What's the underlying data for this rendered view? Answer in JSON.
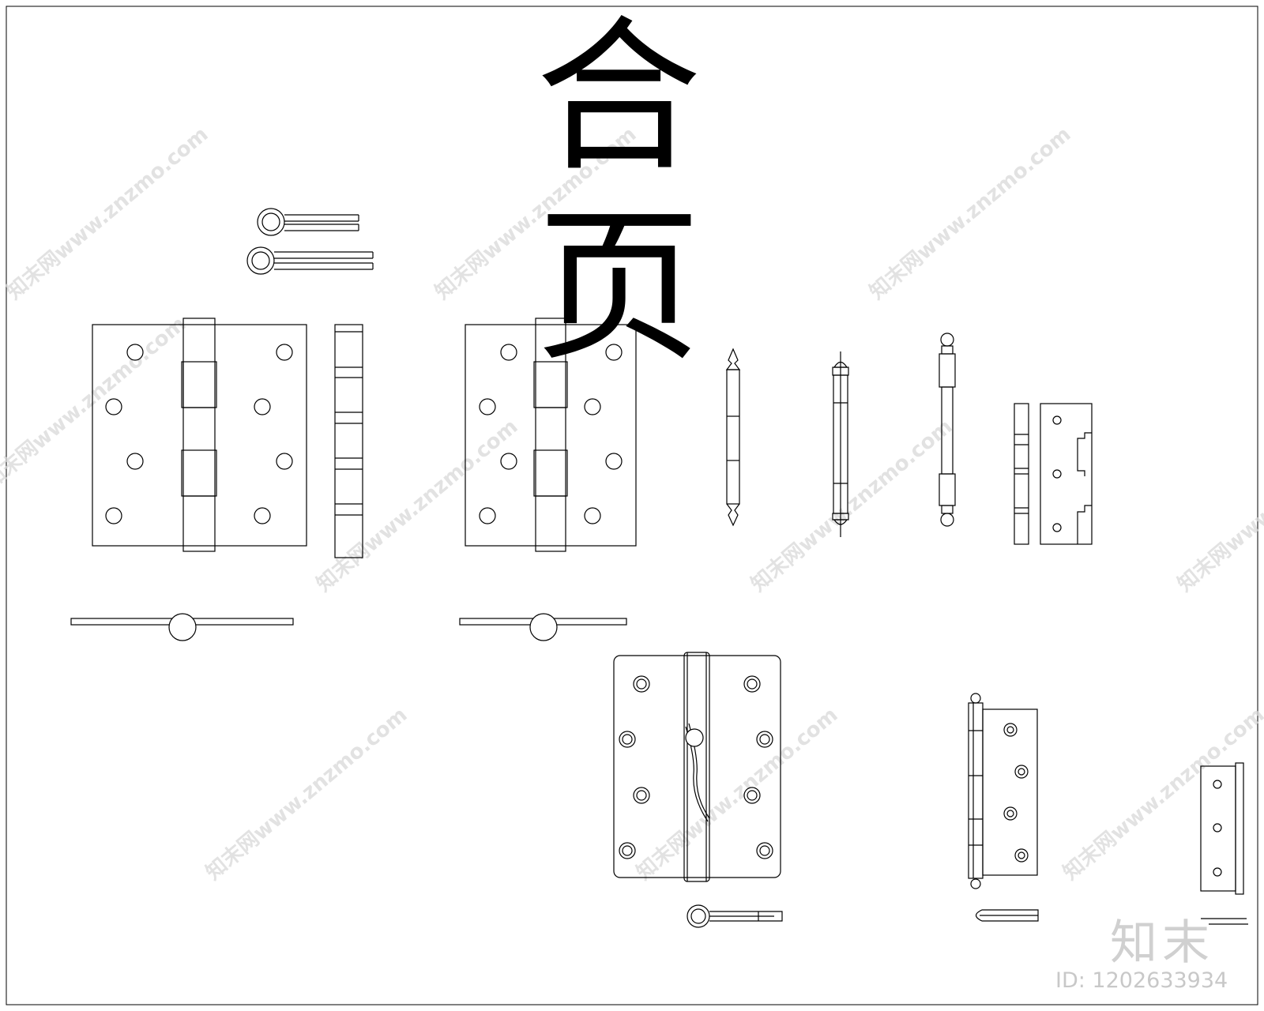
{
  "title": "合页",
  "watermark": {
    "text": "知末网www.znzmo.com",
    "brand": "知末",
    "id_label": "ID: 1202633934"
  },
  "drawing": {
    "line_color": "#000000",
    "background": "#ffffff",
    "watermark_color": "#d9d9d9"
  }
}
